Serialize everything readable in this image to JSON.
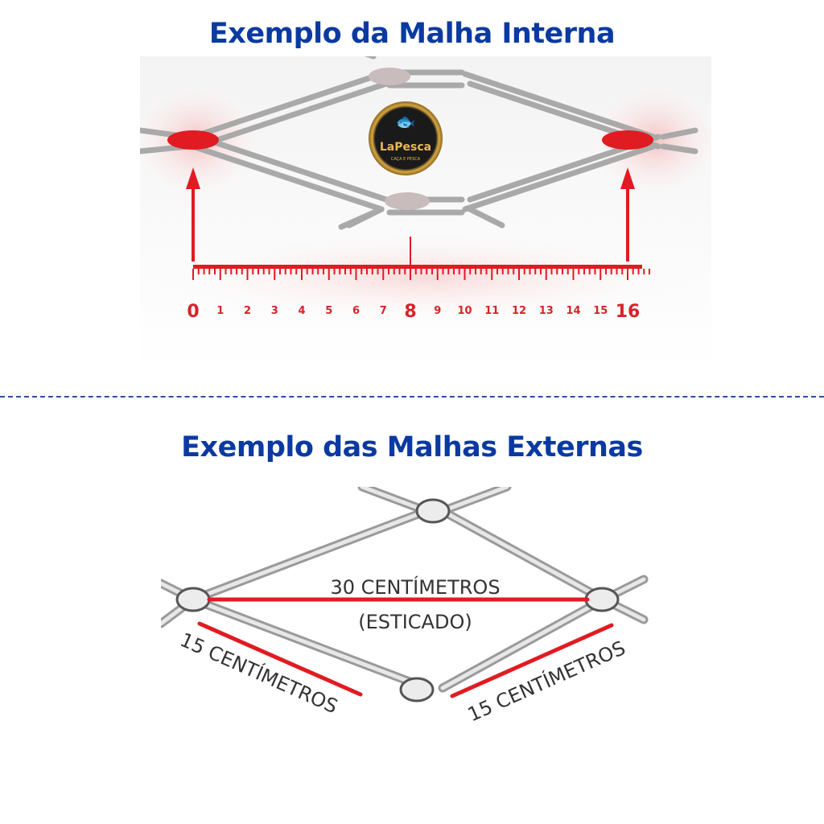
{
  "titles": {
    "inner": "Exemplo da Malha Interna",
    "outer": "Exemplo das Malhas Externas"
  },
  "logo": {
    "name": "LaPesca",
    "tagline": "CAÇA E PESCA",
    "icon": "fish-icon"
  },
  "ruler": {
    "labels": [
      "0",
      "1",
      "2",
      "3",
      "4",
      "5",
      "6",
      "7",
      "8",
      "9",
      "10",
      "11",
      "12",
      "13",
      "14",
      "15",
      "16"
    ],
    "highlighted": [
      "0",
      "8",
      "16"
    ]
  },
  "outer_mesh": {
    "stretched_label_line1": "30 CENTÍMETROS",
    "stretched_label_line2": "(ESTICADO)",
    "side_left_label": "15 CENTÍMETROS",
    "side_right_label": "15 CENTÍMETROS"
  },
  "colors": {
    "title": "#0a3aa1",
    "accent_red": "#e01b22",
    "mesh_grey": "#a9a9a9",
    "divider": "#2b4fa8"
  }
}
